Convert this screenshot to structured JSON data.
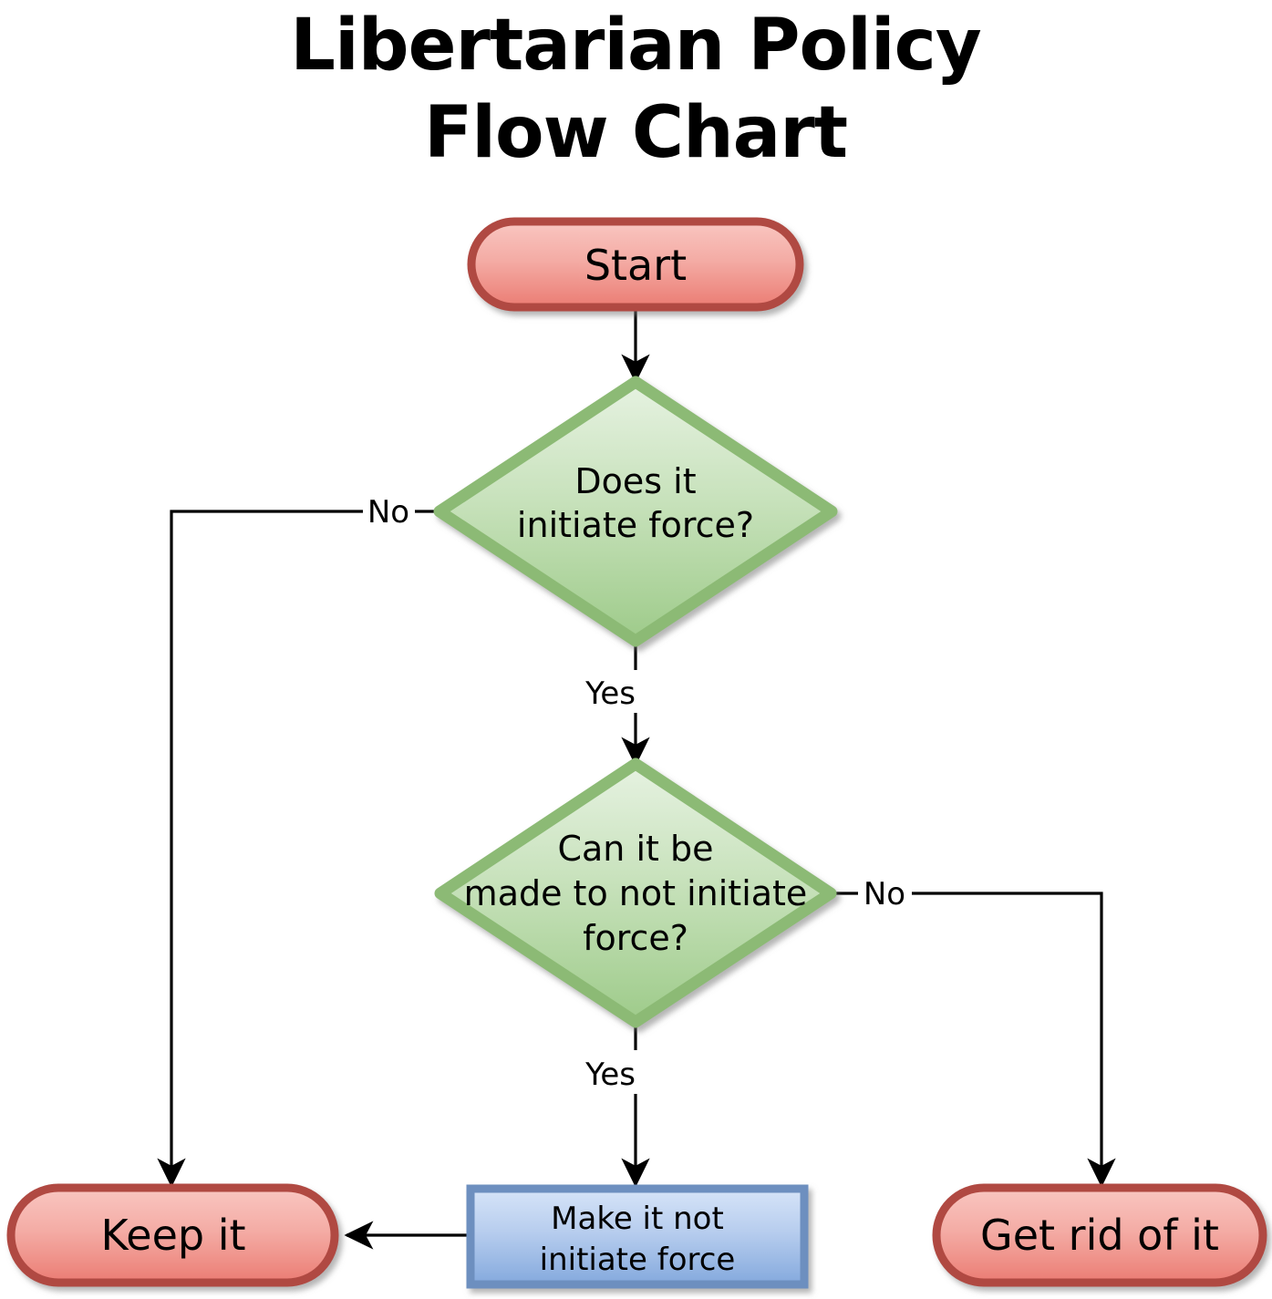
{
  "page": {
    "title_line1": "Libertarian Policy",
    "title_line2": "Flow Chart",
    "background": "#ffffff"
  },
  "colors": {
    "terminal_fill_top": "#f7bdb8",
    "terminal_fill_bottom": "#ed8078",
    "terminal_stroke": "#b04a42",
    "decision_fill_top": "#e2f0dd",
    "decision_fill_bottom": "#a3cf8d",
    "decision_stroke": "#8cba74",
    "process_fill_top": "#d2e2f7",
    "process_fill_bottom": "#84a9dd",
    "process_stroke": "#6d8fbf",
    "edge_stroke": "#000000",
    "text": "#000000"
  },
  "nodes": {
    "start": {
      "label": "Start",
      "shape": "terminal"
    },
    "decision1": {
      "line1": "Does it",
      "line2": "initiate force?",
      "shape": "decision"
    },
    "decision2": {
      "line1": "Can it be",
      "line2": "made to not initiate",
      "line3": "force?",
      "shape": "decision"
    },
    "keep": {
      "label": "Keep it",
      "shape": "terminal"
    },
    "make": {
      "line1": "Make it not",
      "line2": "initiate force",
      "shape": "process"
    },
    "getrid": {
      "label": "Get rid of it",
      "shape": "terminal"
    }
  },
  "edges": {
    "start_to_d1": {
      "label": ""
    },
    "d1_no": {
      "label": "No"
    },
    "d1_yes": {
      "label": "Yes"
    },
    "d2_no": {
      "label": "No"
    },
    "d2_yes": {
      "label": "Yes"
    },
    "make_to_keep": {
      "label": ""
    }
  },
  "chart_data": {
    "type": "flowchart",
    "title": "Libertarian Policy Flow Chart",
    "nodes": [
      {
        "id": "start",
        "text": "Start",
        "shape": "terminal",
        "color": "red"
      },
      {
        "id": "decision1",
        "text": "Does it initiate force?",
        "shape": "diamond",
        "color": "green"
      },
      {
        "id": "decision2",
        "text": "Can it be made to not initiate force?",
        "shape": "diamond",
        "color": "green"
      },
      {
        "id": "keep",
        "text": "Keep it",
        "shape": "terminal",
        "color": "red"
      },
      {
        "id": "make",
        "text": "Make it not initiate force",
        "shape": "rectangle",
        "color": "blue"
      },
      {
        "id": "getrid",
        "text": "Get rid of it",
        "shape": "terminal",
        "color": "red"
      }
    ],
    "links": [
      {
        "from": "start",
        "to": "decision1",
        "label": ""
      },
      {
        "from": "decision1",
        "to": "keep",
        "label": "No"
      },
      {
        "from": "decision1",
        "to": "decision2",
        "label": "Yes"
      },
      {
        "from": "decision2",
        "to": "getrid",
        "label": "No"
      },
      {
        "from": "decision2",
        "to": "make",
        "label": "Yes"
      },
      {
        "from": "make",
        "to": "keep",
        "label": ""
      }
    ]
  }
}
